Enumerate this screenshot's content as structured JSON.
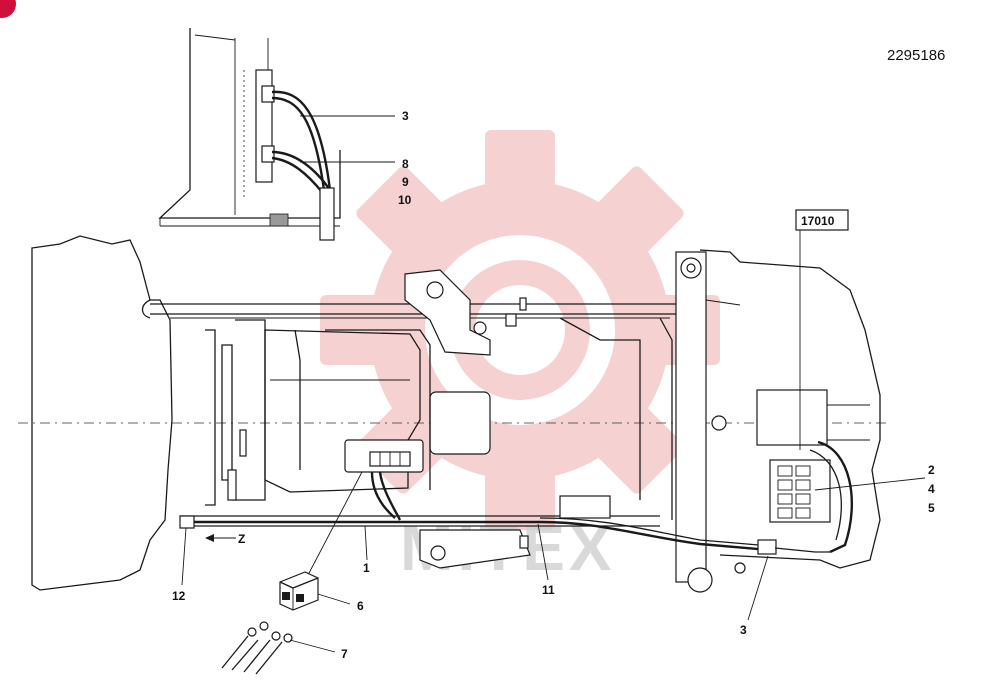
{
  "document_number": "2295186",
  "reference_box": "17010",
  "watermark_text": "MITEX",
  "callouts": {
    "inset_3": "3",
    "inset_8": "8",
    "inset_9": "9",
    "inset_10": "10",
    "right_2": "2",
    "right_4": "4",
    "right_5": "5",
    "bottom_1": "1",
    "bottom_11": "11",
    "bottom_12": "12",
    "bottom_3": "3",
    "part_6": "6",
    "part_7": "7"
  },
  "direction_label": "Z",
  "colors": {
    "watermark": "#f4c2c2",
    "corner_badge": "#d0103a",
    "line": "#1a1a1a"
  }
}
